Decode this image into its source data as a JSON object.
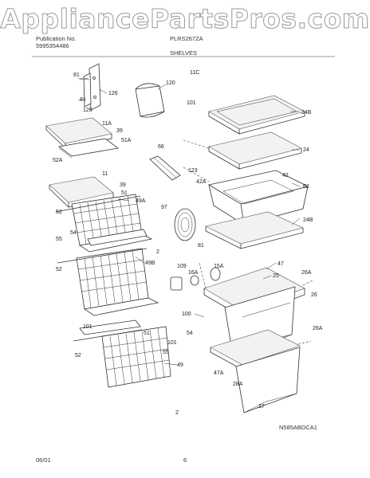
{
  "watermark": "AppliancePartsPros.com",
  "header": {
    "publication_label": "Publication No.",
    "publication_number": "5995354486",
    "model": "PLRS267ZA",
    "section": "SHELVES"
  },
  "footer": {
    "date": "06/01",
    "page": "6",
    "drawing_id": "N585ABDCA1"
  },
  "callouts": [
    "81",
    "126",
    "81",
    "126",
    "120",
    "11C",
    "101",
    "24B",
    "11A",
    "39",
    "51A",
    "52A",
    "66",
    "24",
    "123",
    "11",
    "39",
    "51",
    "49A",
    "42",
    "42A",
    "62",
    "52",
    "97",
    "24B",
    "54",
    "55",
    "81",
    "2",
    "49B",
    "109",
    "15A",
    "16A",
    "47",
    "25",
    "26A",
    "52",
    "100",
    "26",
    "101",
    "51",
    "54",
    "55",
    "101",
    "26A",
    "49",
    "47A",
    "28A",
    "52",
    "27",
    "2"
  ]
}
